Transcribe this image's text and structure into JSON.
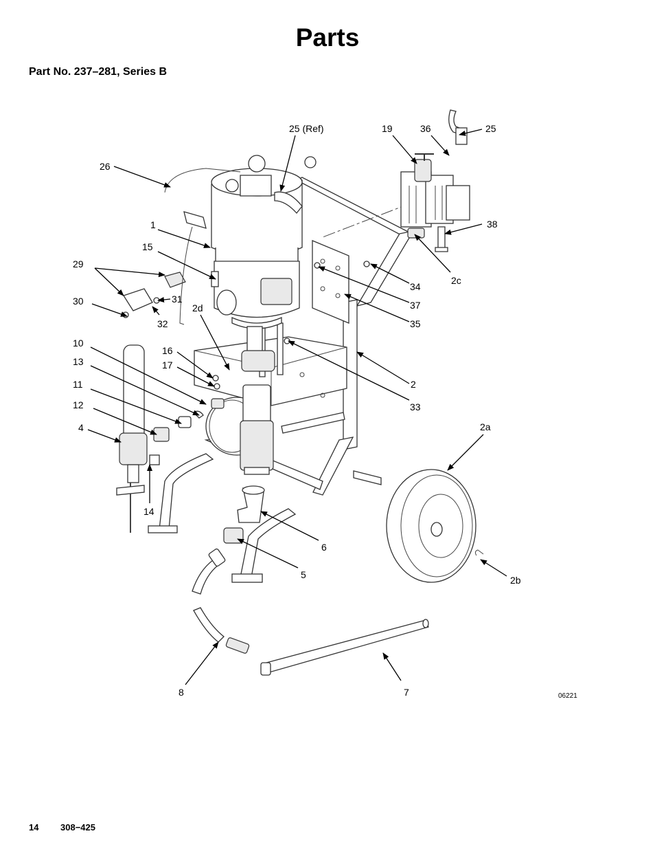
{
  "page": {
    "title": "Parts",
    "subtitle": "Part No. 237–281, Series B",
    "footer_page": "14",
    "footer_doc": "308−425"
  },
  "figure": {
    "id": "06221",
    "callouts": {
      "c25ref": "25 (Ref)",
      "c19": "19",
      "c36": "36",
      "c25": "25",
      "c26": "26",
      "c1": "1",
      "c15": "15",
      "c38": "38",
      "c29": "29",
      "c30": "30",
      "c31": "31",
      "c32": "32",
      "c2d": "2d",
      "c34": "34",
      "c2c": "2c",
      "c37": "37",
      "c35": "35",
      "c10": "10",
      "c13": "13",
      "c16": "16",
      "c17": "17",
      "c11": "11",
      "c12": "12",
      "c2": "2",
      "c33": "33",
      "c4": "4",
      "c2a": "2a",
      "c14": "14",
      "c6": "6",
      "c5": "5",
      "c2b": "2b",
      "c8": "8",
      "c7": "7"
    }
  }
}
